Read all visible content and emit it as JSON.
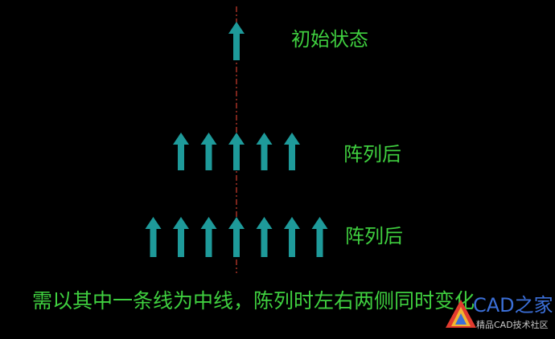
{
  "labels": {
    "initial": "初始状态",
    "array_after_1": "阵列后",
    "array_after_2": "阵列后",
    "caption": "需以其中一条线为中线，陈列时左右两侧同时变化"
  },
  "watermark": {
    "title": "CAD之家",
    "subtitle": "精品CAD技术社区"
  },
  "rows": [
    {
      "name": "initial",
      "count": 1
    },
    {
      "name": "array-1",
      "count": 5
    },
    {
      "name": "array-2",
      "count": 7
    }
  ],
  "colors": {
    "background": "#000000",
    "arrow": "#1e9a9a",
    "text": "#3fcf3f",
    "center_line": "#c0392b",
    "watermark_title": "#3b6fd8"
  }
}
